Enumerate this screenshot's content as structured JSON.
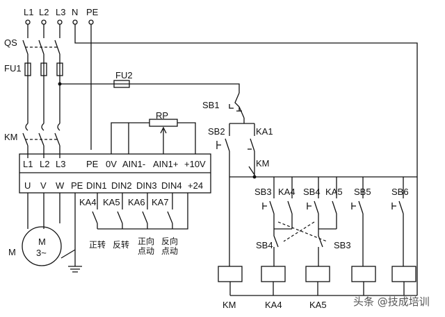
{
  "supply": {
    "l1": "L1",
    "l2": "L2",
    "l3": "L3",
    "n": "N",
    "pe": "PE"
  },
  "components": {
    "qs": "QS",
    "fu1": "FU1",
    "fu2": "FU2",
    "km": "KM",
    "rp": "RP",
    "sb1": "SB1",
    "sb2": "SB2",
    "ka1": "KA1",
    "km_contact": "KM",
    "motor_m": "M",
    "motor_symbol": "M",
    "motor_phase": "3~"
  },
  "inverter": {
    "top_terminals": [
      "L1",
      "L2",
      "L3",
      "PE",
      "0V",
      "AIN1-",
      "AIN1+",
      "+10V"
    ],
    "bottom_terminals": [
      "U",
      "V",
      "W",
      "PE",
      "DIN1",
      "DIN2",
      "DIN3",
      "DIN4",
      "+24"
    ]
  },
  "relay_contacts": [
    "KA4",
    "KA5",
    "KA6",
    "KA7"
  ],
  "functions": [
    {
      "line1": "正转",
      "line2": ""
    },
    {
      "line1": "反转",
      "line2": ""
    },
    {
      "line1": "正向",
      "line2": "点动"
    },
    {
      "line1": "反向",
      "line2": "点动"
    }
  ],
  "control_buttons": {
    "sb3": "SB3",
    "ka4": "KA4",
    "sb4": "SB4",
    "ka5": "KA5",
    "sb5": "SB5",
    "sb6": "SB6",
    "sb4_lower": "SB4",
    "sb3_lower": "SB3"
  },
  "coils": [
    "KM",
    "KA4",
    "KA5"
  ],
  "watermark": "头条 @技成培训"
}
